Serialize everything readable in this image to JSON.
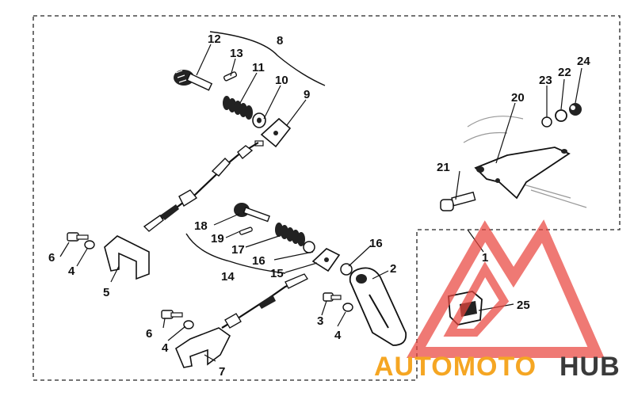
{
  "callouts": {
    "c1": "1",
    "c2": "2",
    "c3": "3",
    "c4a": "4",
    "c4b": "4",
    "c4c": "4",
    "c5": "5",
    "c6a": "6",
    "c6b": "6",
    "c7": "7",
    "c8": "8",
    "c9": "9",
    "c10": "10",
    "c11": "11",
    "c12": "12",
    "c13": "13",
    "c14": "14",
    "c15": "15",
    "c16a": "16",
    "c16b": "16",
    "c17": "17",
    "c18": "18",
    "c19": "19",
    "c20": "20",
    "c21": "21",
    "c22": "22",
    "c23": "23",
    "c24": "24",
    "c25": "25"
  },
  "watermark": {
    "text_part1": "AUTOMOTO",
    "text_part2": "HUB",
    "color_primary": "#f5a623",
    "color_secondary": "#3a3a3a",
    "logo_color": "#e9463f"
  }
}
